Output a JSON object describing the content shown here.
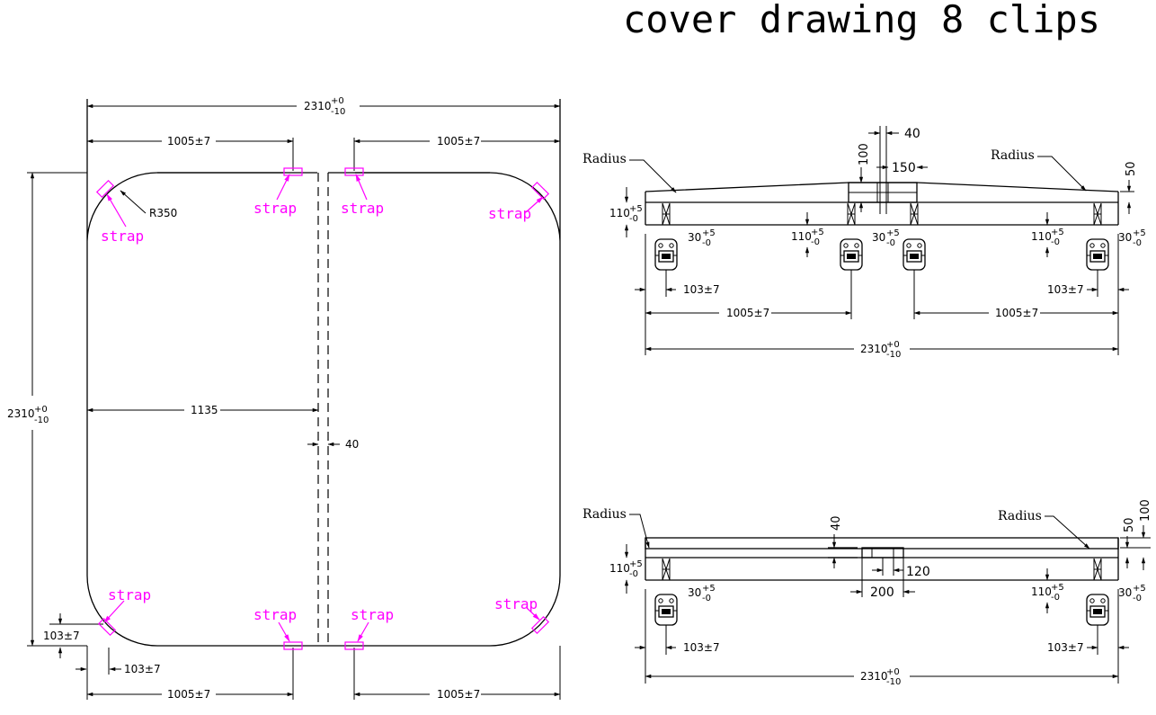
{
  "title": "cover drawing 8 clips",
  "plan_view": {
    "overall_width": "2310",
    "overall_height": "2310",
    "tol_plus": "+0",
    "tol_minus": "-10",
    "half_span": "1005±7",
    "center_offset": "1135",
    "gap": "40",
    "corner_radius": "R350",
    "clip_offset": "103±7",
    "strap_label": "strap"
  },
  "elevation_a": {
    "radius_label": "Radius",
    "d40": "40",
    "d100": "100",
    "d150": "150",
    "d50": "50",
    "thick_base": "110",
    "thick_plus": "+5",
    "thick_minus": "-0",
    "clip_base": "30",
    "clip_plus": "+5",
    "clip_minus": "-0",
    "offset": "103±7",
    "span": "1005±7",
    "overall": "2310",
    "overall_plus": "+0",
    "overall_minus": "-10"
  },
  "elevation_b": {
    "radius_label": "Radius",
    "d40": "40",
    "d50": "50",
    "d100": "100",
    "d120": "120",
    "d200": "200",
    "thick_base": "110",
    "thick_plus": "+5",
    "thick_minus": "-0",
    "clip_base": "30",
    "clip_plus": "+5",
    "clip_minus": "-0",
    "offset": "103±7",
    "overall": "2310",
    "overall_plus": "+0",
    "overall_minus": "-10"
  }
}
